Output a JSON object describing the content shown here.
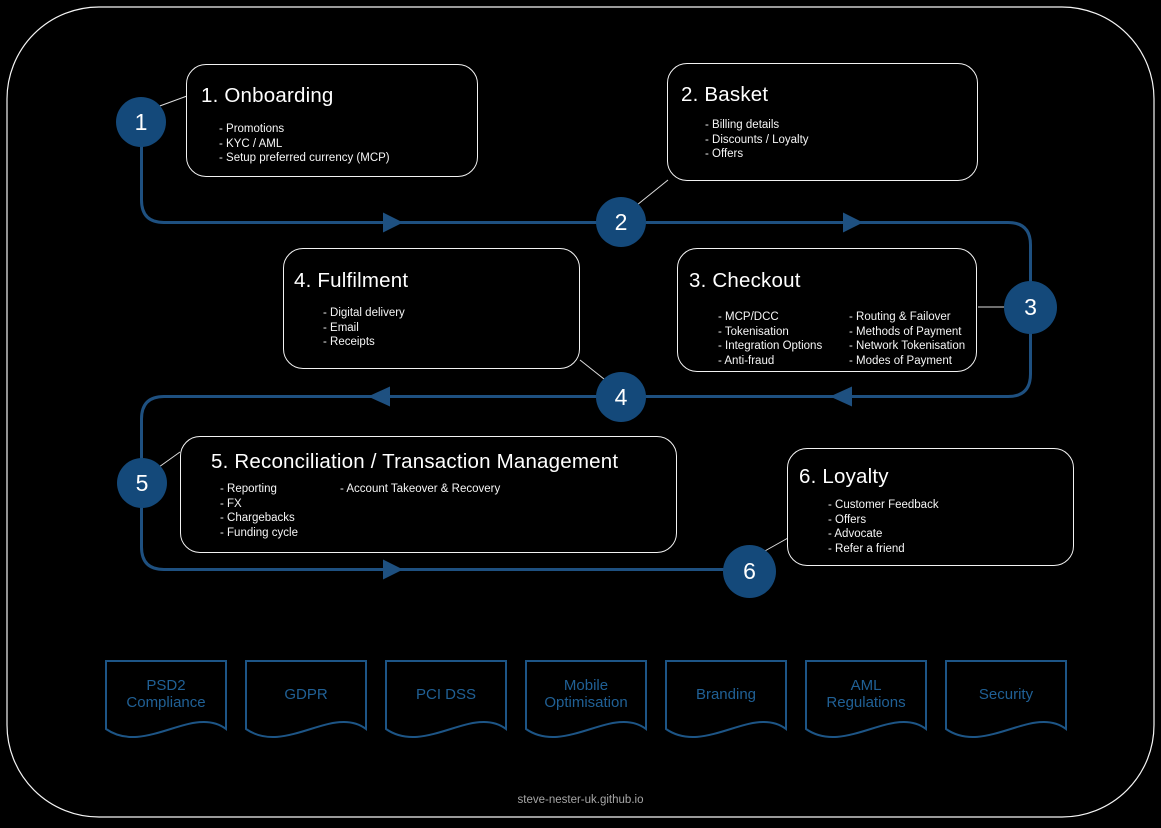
{
  "diagram": {
    "footer": "steve-nester-uk.github.io",
    "steps": [
      {
        "number": "1",
        "title": "1. Onboarding",
        "bullets": [
          "- Promotions",
          "- KYC / AML",
          "- Setup preferred currency (MCP)"
        ]
      },
      {
        "number": "2",
        "title": "2. Basket",
        "bullets": [
          "- Billing details",
          "- Discounts / Loyalty",
          "- Offers"
        ]
      },
      {
        "number": "3",
        "title": "3. Checkout",
        "bullets_left": [
          "- MCP/DCC",
          "- Tokenisation",
          "- Integration Options",
          "- Anti-fraud"
        ],
        "bullets_right": [
          "- Routing & Failover",
          "- Methods of Payment",
          "- Network Tokenisation",
          "- Modes of Payment"
        ]
      },
      {
        "number": "4",
        "title": "4. Fulfilment",
        "bullets": [
          "- Digital delivery",
          "- Email",
          "- Receipts"
        ]
      },
      {
        "number": "5",
        "title": "5. Reconciliation / Transaction Management",
        "bullets_left": [
          "- Reporting",
          "- FX",
          "- Chargebacks",
          "- Funding cycle"
        ],
        "bullets_right": [
          "- Account Takeover & Recovery"
        ]
      },
      {
        "number": "6",
        "title": "6. Loyalty",
        "bullets": [
          "- Customer Feedback",
          "- Offers",
          "- Advocate",
          "- Refer a friend"
        ]
      }
    ],
    "banners": [
      "PSD2 Compliance",
      "GDPR",
      "PCI DSS",
      "Mobile Optimisation",
      "Branding",
      "AML Regulations",
      "Security"
    ],
    "colors": {
      "background": "#000000",
      "flow_line": "#1E5080",
      "node_fill": "#14497A",
      "box_border": "#F2F2F2",
      "text": "#FFFFFF",
      "banner_outline": "#1D5586",
      "banner_text": "#206095",
      "footer_text": "#A6A6A6"
    }
  }
}
